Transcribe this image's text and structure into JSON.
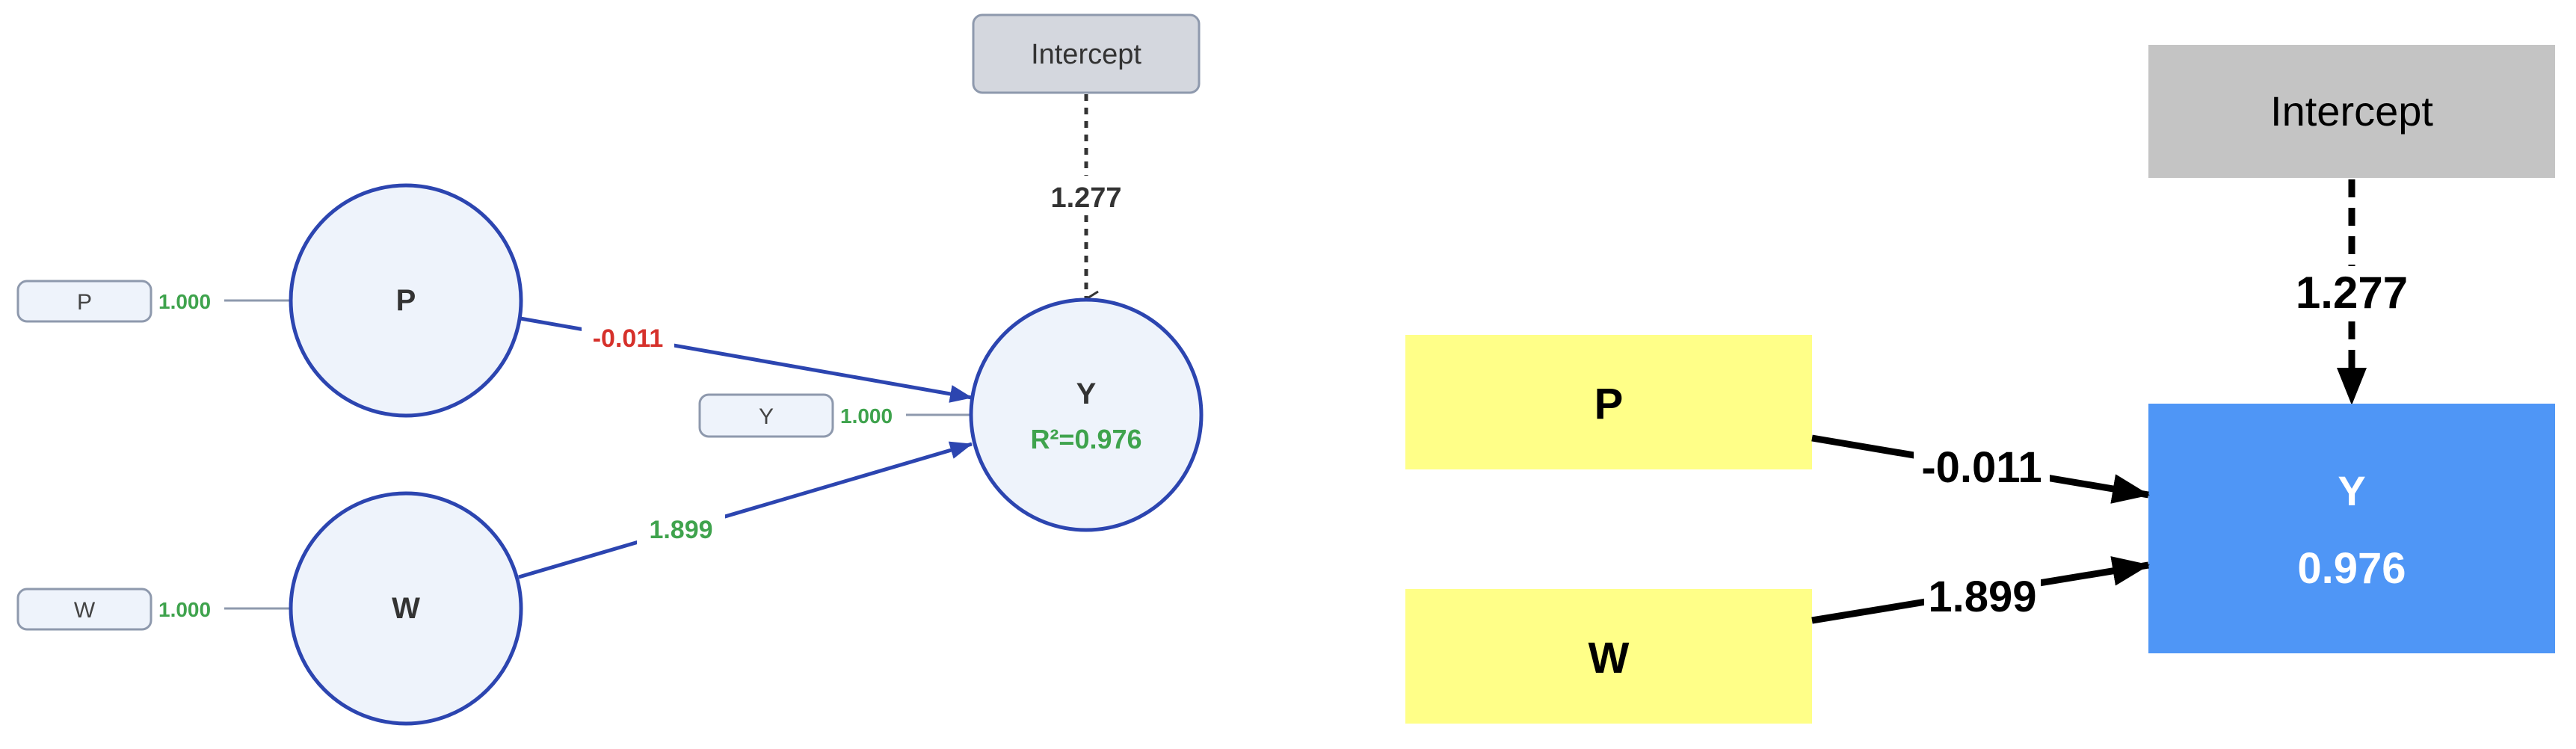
{
  "left_diagram": {
    "intercept": {
      "label": "Intercept",
      "value": "1.277"
    },
    "indicators": [
      {
        "id": "P",
        "label": "P",
        "loading": "1.000"
      },
      {
        "id": "W",
        "label": "W",
        "loading": "1.000"
      },
      {
        "id": "Y",
        "label": "Y",
        "loading": "1.000"
      }
    ],
    "constructs": [
      {
        "id": "P",
        "label": "P"
      },
      {
        "id": "W",
        "label": "W"
      },
      {
        "id": "Y",
        "label": "Y",
        "r2": "R²=0.976"
      }
    ],
    "paths": [
      {
        "from": "P",
        "to": "Y",
        "coef": "-0.011",
        "sign": "negative"
      },
      {
        "from": "W",
        "to": "Y",
        "coef": "1.899",
        "sign": "positive"
      }
    ]
  },
  "right_diagram": {
    "intercept": {
      "label": "Intercept",
      "value": "1.277"
    },
    "nodes": [
      {
        "id": "P",
        "label": "P"
      },
      {
        "id": "W",
        "label": "W"
      },
      {
        "id": "Y",
        "label": "Y",
        "value": "0.976"
      }
    ],
    "paths": [
      {
        "from": "P",
        "to": "Y",
        "coef": "-0.011"
      },
      {
        "from": "W",
        "to": "Y",
        "coef": "1.899"
      }
    ]
  },
  "colors": {
    "construct_fill": "#eef3fb",
    "construct_stroke": "#2c45b0",
    "indicator_fill": "#eef3fb",
    "indicator_stroke": "#8e99ad",
    "positive": "#3fa34d",
    "negative": "#d6312b",
    "intercept_fill": "#d4d7de",
    "yellow_box": "#ffff88",
    "blue_box": "#4f96f6",
    "gray_box": "#c4c4c4"
  }
}
